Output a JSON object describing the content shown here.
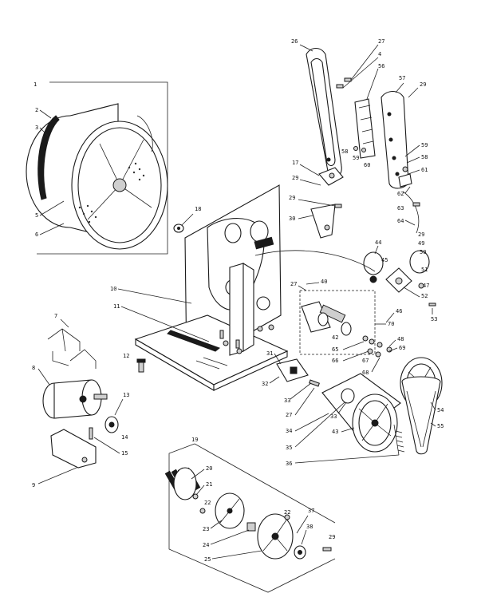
{
  "callouts": {
    "c1": "1",
    "c2": "2",
    "c3": "3",
    "c4": "4",
    "c5": "5",
    "c6": "6",
    "c7": "7",
    "c8": "8",
    "c9": "9",
    "c10": "10",
    "c11": "11",
    "c12": "12",
    "c13": "13",
    "c14": "14",
    "c15": "15",
    "c17": "17",
    "c18": "18",
    "c19": "19",
    "c20": "20",
    "c21": "21",
    "c22": "22",
    "c22b": "22",
    "c23": "23",
    "c24": "24",
    "c25": "25",
    "c26": "26",
    "c27": "27",
    "c27b": "27",
    "c27c": "27",
    "c29": "29",
    "c29b": "29",
    "c29c": "29",
    "c29d": "29",
    "c29e": "29",
    "c29f": "29",
    "c30": "30",
    "c31": "31",
    "c32": "32",
    "c33": "33",
    "c33b": "33",
    "c34": "34",
    "c35": "35",
    "c36": "36",
    "c37": "37",
    "c38": "38",
    "c40": "40",
    "c42": "42",
    "c43": "43",
    "c44": "44",
    "c45": "45",
    "c46": "46",
    "c47": "47",
    "c48": "48",
    "c49": "49",
    "c50": "50",
    "c51": "51",
    "c52": "52",
    "c53": "53",
    "c54": "54",
    "c55": "55",
    "c56": "56",
    "c57": "57",
    "c58": "58",
    "c59": "59",
    "c59b": "59",
    "c60": "60",
    "c61": "61",
    "c62": "62",
    "c63": "63",
    "c64": "64",
    "c65": "65",
    "c66": "66",
    "c67": "67",
    "c68": "68",
    "c69": "69",
    "c70": "70"
  }
}
